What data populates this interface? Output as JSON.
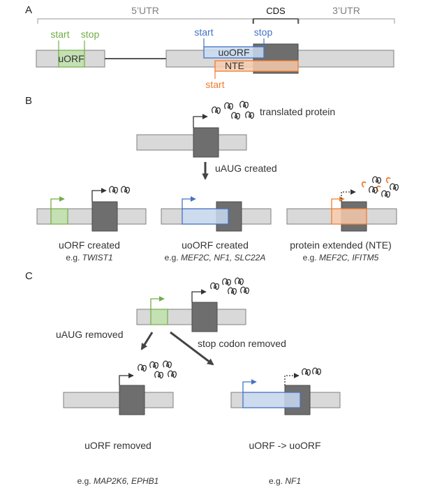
{
  "panel_a": {
    "letter": "A",
    "utr5": "5’UTR",
    "cds": "CDS",
    "utr3": "3’UTR",
    "start_green": "start",
    "stop_green": "stop",
    "uorf": "uORF",
    "start_blue": "start",
    "stop_blue": "stop",
    "uoorf": "uoORF",
    "nte": "NTE",
    "start_orange": "start"
  },
  "panel_b": {
    "letter": "B",
    "translated_protein": "translated protein",
    "uaug_created": "uAUG created",
    "uorf_created": "uORF created",
    "uorf_example_prefix": "e.g. ",
    "uorf_example_genes": "TWIST1",
    "uoorf_created": "uoORF created",
    "uoorf_example_prefix": "e.g. ",
    "uoorf_example_genes": "MEF2C, NF1, SLC22A",
    "protein_extended": "protein extended (NTE)",
    "nte_example_prefix": "e.g. ",
    "nte_example_genes": "MEF2C, IFITM5"
  },
  "panel_c": {
    "letter": "C",
    "uaug_removed": "uAUG removed",
    "stop_codon_removed": "stop codon removed",
    "uorf_removed": "uORF removed",
    "uorf_removed_example_prefix": "e.g. ",
    "uorf_removed_example_genes": "MAP2K6, EPHB1",
    "uorf_to_uoorf": "uORF -> uoORF",
    "uorf_to_uoorf_example_prefix": "e.g. ",
    "uorf_to_uoorf_example_genes": "NF1"
  },
  "colors": {
    "exon": "#d9d9d9",
    "cds": "#6e6e6e",
    "uorf_green": "#70ad47",
    "uoorf_blue": "#4472c4",
    "nte_orange": "#ed7d31"
  }
}
